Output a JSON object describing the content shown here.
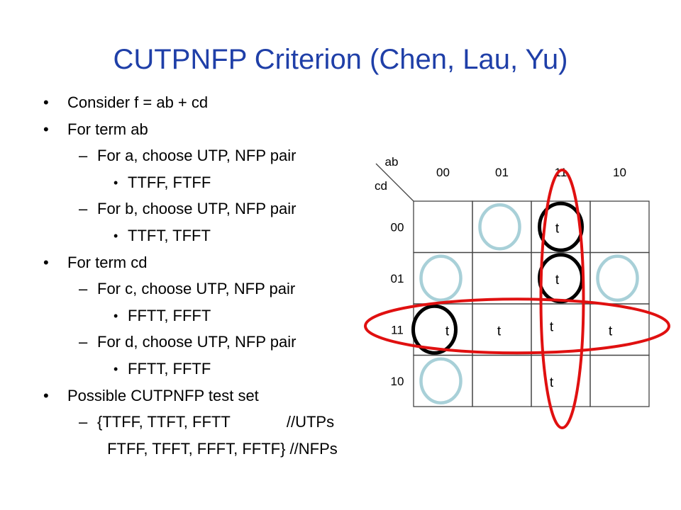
{
  "slide": {
    "title": "CUTPNFP Criterion (Chen, Lau, Yu)"
  },
  "bullets": [
    {
      "level": 1,
      "marker": "•",
      "text": "Consider f = ab + cd"
    },
    {
      "level": 1,
      "marker": "•",
      "text": "For term ab"
    },
    {
      "level": 2,
      "marker": "–",
      "text": "For a, choose UTP, NFP pair"
    },
    {
      "level": 3,
      "marker": "•",
      "text": "TTFF, FTFF"
    },
    {
      "level": 2,
      "marker": "–",
      "text": "For b, choose UTP, NFP pair"
    },
    {
      "level": 3,
      "marker": "•",
      "text": "TTFT, TFFT"
    },
    {
      "level": 1,
      "marker": "•",
      "text": "For term cd"
    },
    {
      "level": 2,
      "marker": "–",
      "text": "For c, choose UTP, NFP pair"
    },
    {
      "level": 3,
      "marker": "•",
      "text": "FFTT, FFFT"
    },
    {
      "level": 2,
      "marker": "–",
      "text": "For d, choose UTP, NFP pair"
    },
    {
      "level": 3,
      "marker": "•",
      "text": "FFTT, FFTF"
    },
    {
      "level": 1,
      "marker": "•",
      "text": "Possible CUTPNFP test set"
    },
    {
      "level": 2,
      "marker": "–",
      "text": "{TTFF, TTFT, FFTT             //UTPs"
    },
    {
      "level": 2,
      "marker": "",
      "text": " FTFF, TFFT, FFFT, FFTF} //NFPs"
    }
  ],
  "kmap": {
    "col_var": "ab",
    "row_var": "cd",
    "col_labels": [
      "00",
      "01",
      "11",
      "10"
    ],
    "row_labels": [
      "00",
      "01",
      "11",
      "10"
    ],
    "cells": [
      [
        "",
        "",
        "t",
        ""
      ],
      [
        "",
        "",
        "t",
        ""
      ],
      [
        "t",
        "t",
        "t",
        "t"
      ],
      [
        "",
        "",
        "t",
        ""
      ]
    ],
    "utp_circles": [
      [
        0,
        2
      ],
      [
        1,
        2
      ],
      [
        2,
        0
      ]
    ],
    "nfp_circles": [
      [
        0,
        1
      ],
      [
        1,
        0
      ],
      [
        1,
        3
      ],
      [
        3,
        0
      ]
    ],
    "colors": {
      "utp": "#000000",
      "nfp": "#a8d0d8",
      "group": "#e01010",
      "grid": "#444444"
    }
  }
}
